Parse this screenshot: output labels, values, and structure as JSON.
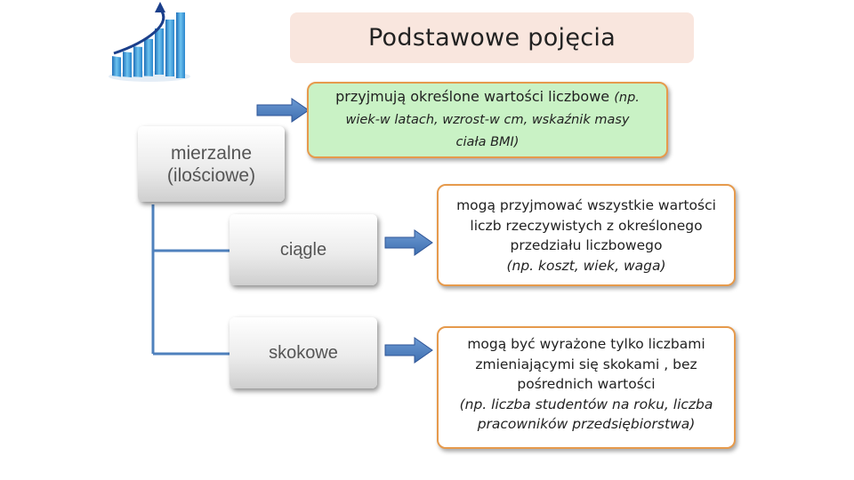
{
  "title": "Podstawowe pojęcia",
  "categories": {
    "main": {
      "line1": "mierzalne",
      "line2": "(ilościowe)"
    },
    "continuous": "ciągle",
    "discrete": "skokowe"
  },
  "descriptions": {
    "main": {
      "line1_normal": "przyjmują określone wartości liczbowe ",
      "line1_italic": "(np.",
      "line2": "wiek-w latach, wzrost-w cm, wskaźnik masy",
      "line3": "ciała BMI)"
    },
    "continuous": {
      "line1": "mogą przyjmować wszystkie wartości",
      "line2": "liczb rzeczywistych z określonego",
      "line3": "przedziału liczbowego",
      "line4": "(np. koszt, wiek, waga)"
    },
    "discrete": {
      "line1": "mogą być wyrażone tylko liczbami",
      "line2": "zmieniającymi się skokami , bez",
      "line3": "pośrednich wartości",
      "line4": "(np. liczba studentów na roku, liczba",
      "line5": "pracowników przedsiębiorstwa)"
    }
  },
  "colors": {
    "arrow_fill": "#4f81bd",
    "connector": "#4f81bd",
    "box_border": "#e69a4c",
    "green_fill": "#c9f2c5",
    "title_fill": "#f9e6de"
  }
}
